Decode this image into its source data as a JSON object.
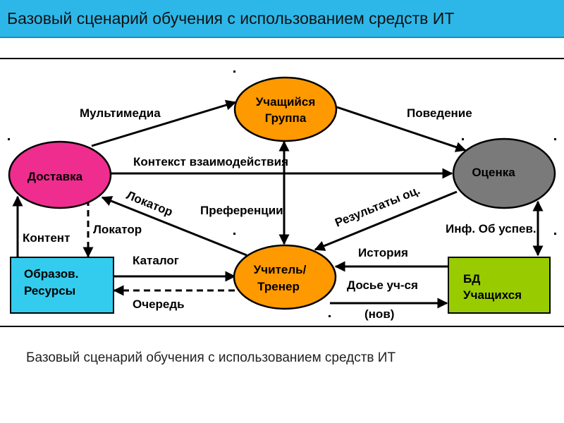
{
  "title": "Базовый сценарий обучения с использованием средств ИТ",
  "caption": "Базовый сценарий обучения с использованием средств ИТ",
  "nodes": {
    "learner": {
      "line1": "Учащийся",
      "line2": "Группа",
      "color": "#ff9900"
    },
    "delivery": {
      "line1": "Доставка",
      "color": "#ee2d8f"
    },
    "evaluation": {
      "line1": "Оценка",
      "color": "#7a7a7a"
    },
    "teacher": {
      "line1": "Учитель/",
      "line2": "Тренер",
      "color": "#ff9900"
    },
    "resources": {
      "line1": "Образов.",
      "line2": "Ресурсы",
      "color": "#33ccee"
    },
    "db": {
      "line1": "БД",
      "line2": "Учащихся",
      "color": "#99cc00"
    }
  },
  "labels": {
    "multimedia": "Мультимедиа",
    "behavior": "Поведение",
    "context": "Контекст взаимодействия",
    "locator_diag": "Локатор",
    "preferences": "Преференции",
    "results": "Результаты оц.",
    "content": "Контент",
    "locator": "Локатор",
    "info": "Инф. Об успев.",
    "history": "История",
    "catalog": "Каталог",
    "dossier": "Досье уч-ся",
    "queue": "Очередь",
    "new": "(нов)"
  }
}
